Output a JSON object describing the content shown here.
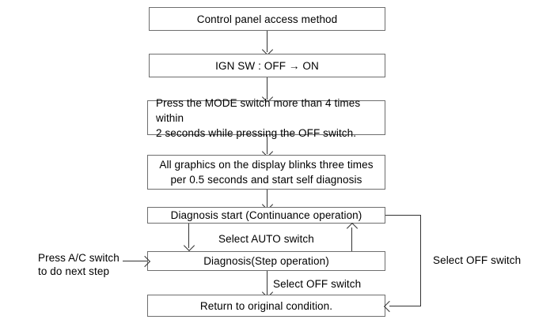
{
  "diagram": {
    "title": "Control panel access method flowchart",
    "nodes": [
      {
        "id": "start",
        "label": "Control panel access method"
      },
      {
        "id": "ign",
        "label": "IGN SW : OFF → ON"
      },
      {
        "id": "mode",
        "label": "Press the MODE switch more than 4 times within\n2 seconds while pressing the OFF switch."
      },
      {
        "id": "blink",
        "label": "All graphics on the display blinks three times\nper 0.5 seconds and start self diagnosis"
      },
      {
        "id": "diag_start",
        "label": "Diagnosis start (Continuance operation)"
      },
      {
        "id": "diag_step",
        "label": "Diagnosis(Step operation)"
      },
      {
        "id": "return",
        "label": "Return to original condition."
      }
    ],
    "edge_labels": [
      {
        "id": "auto_switch",
        "label": "Select AUTO switch"
      },
      {
        "id": "off_switch",
        "label": "Select OFF switch"
      },
      {
        "id": "off_switch_right",
        "label": "Select OFF switch"
      },
      {
        "id": "ac_switch",
        "label": "Press A/C switch\nto do next step"
      }
    ],
    "colors": {
      "border": "#6e6e6e",
      "line": "#333333",
      "background": "#ffffff",
      "text": "#000000"
    }
  }
}
